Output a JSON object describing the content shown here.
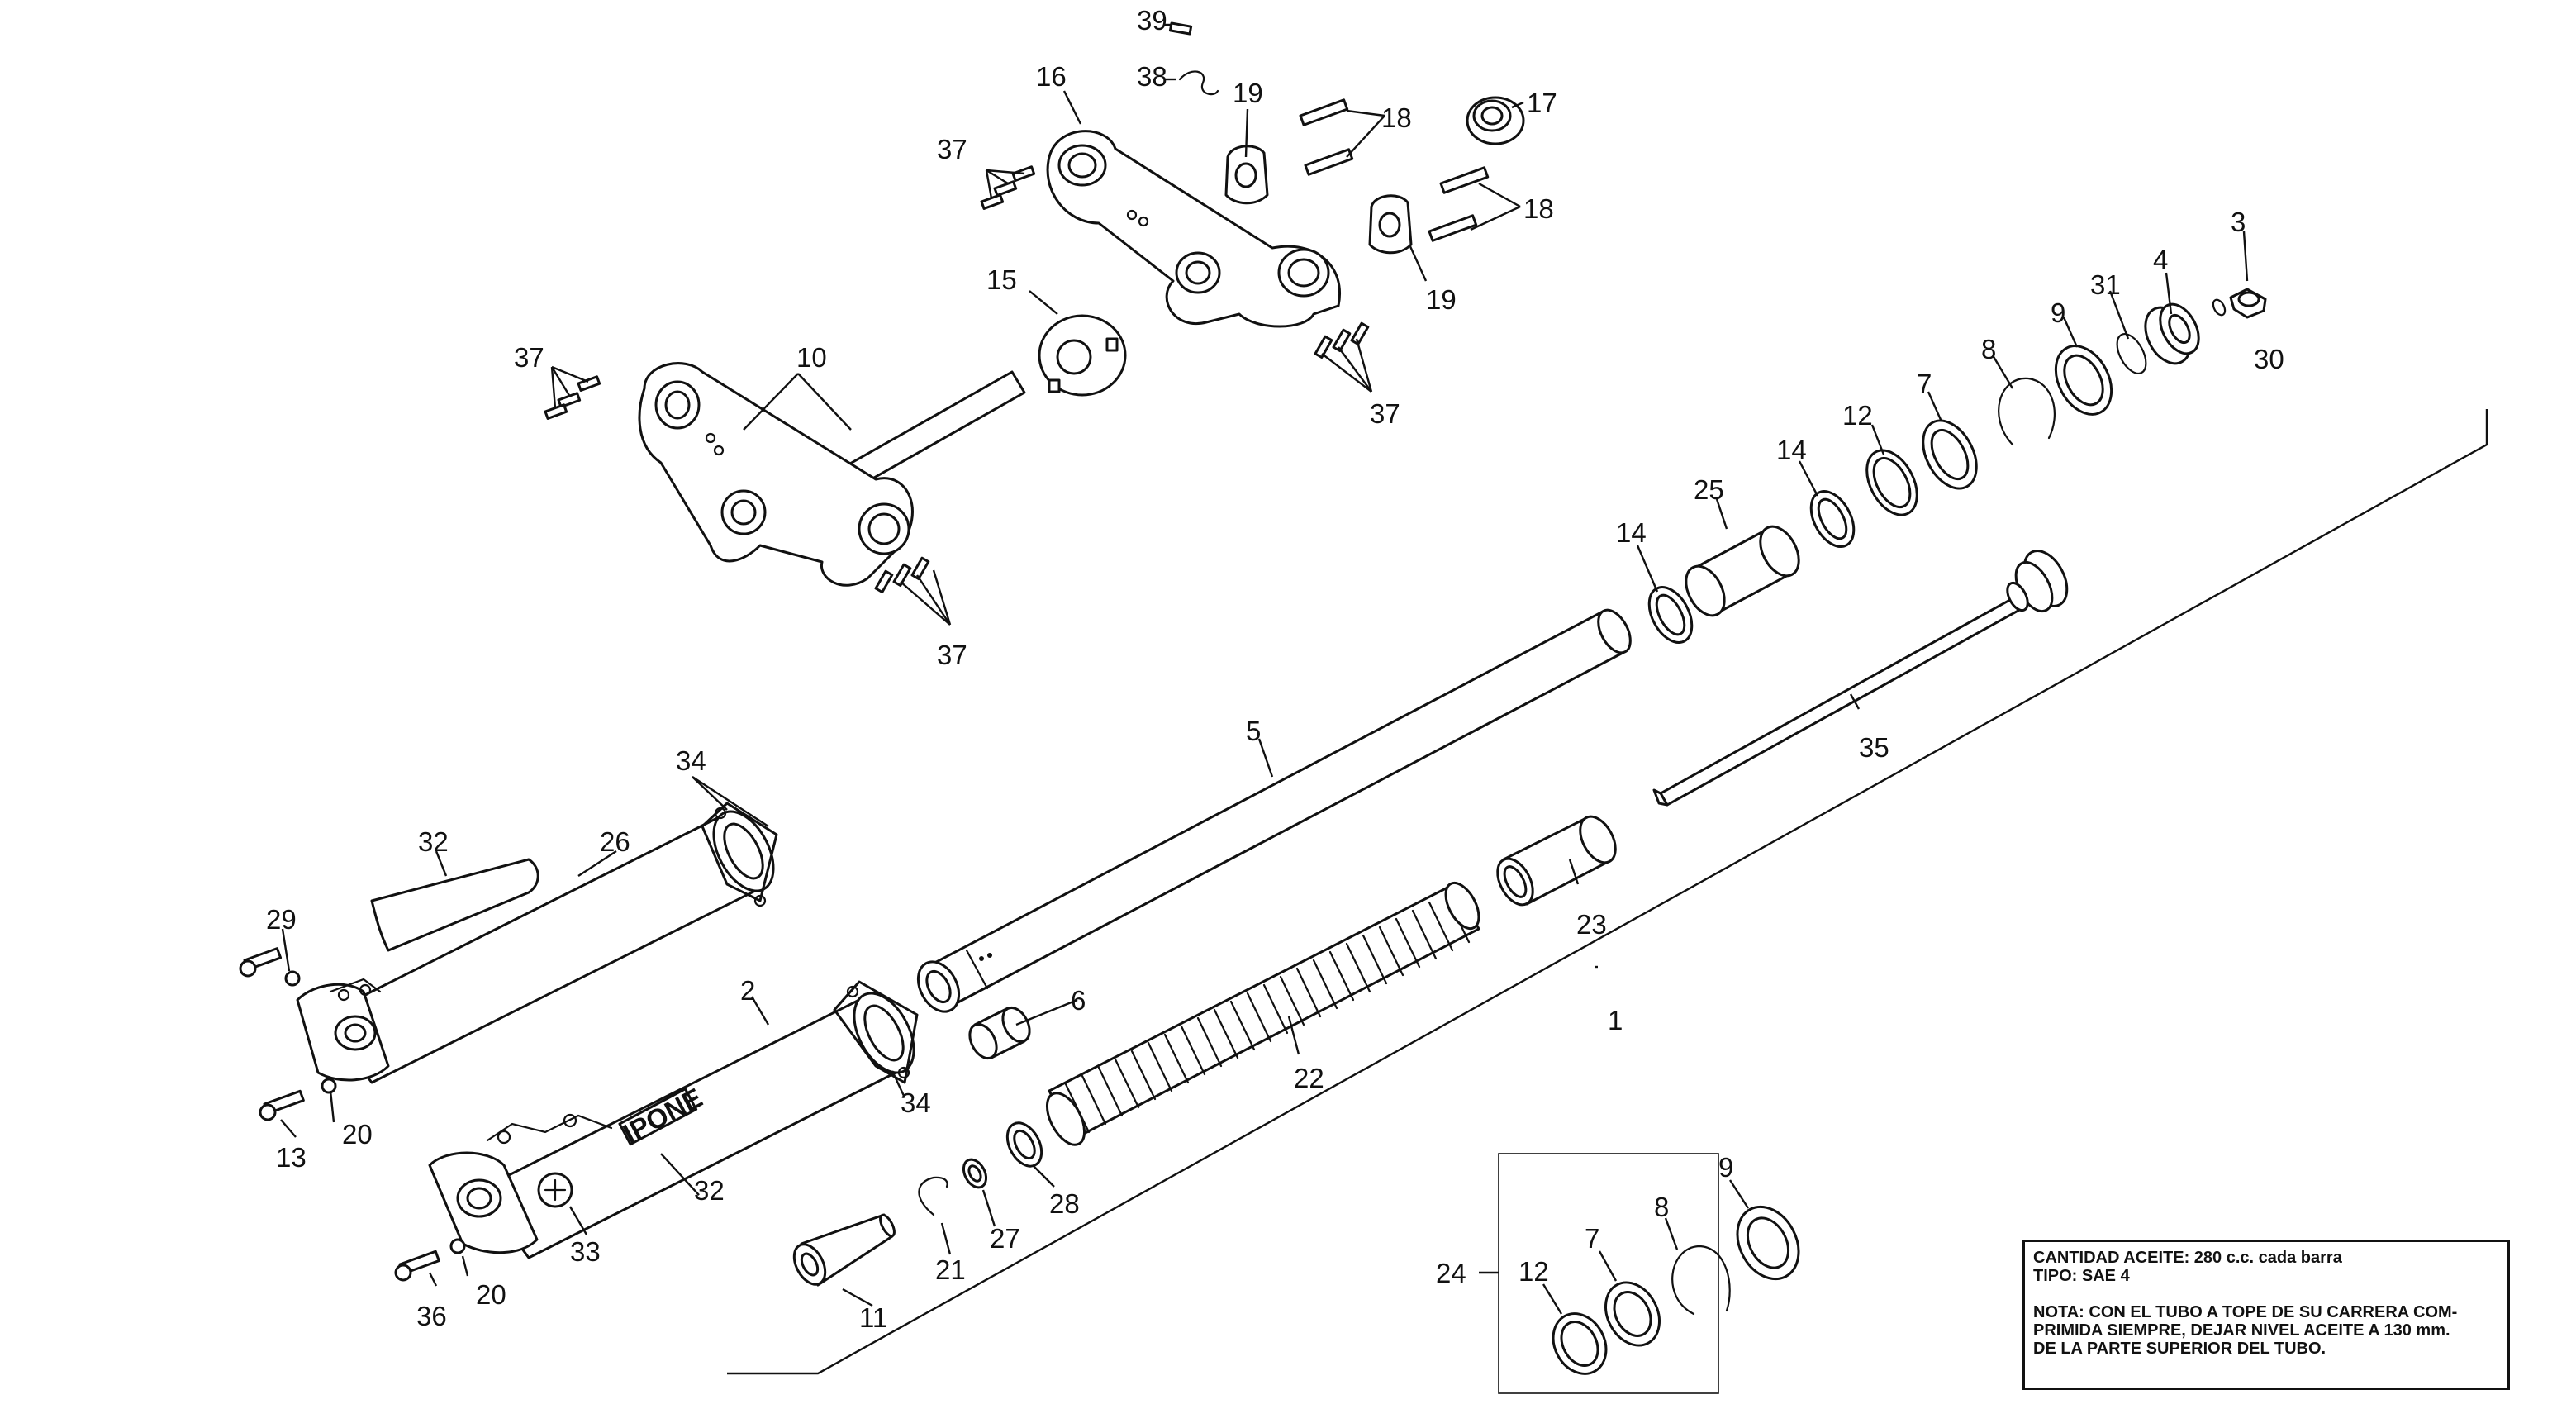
{
  "callouts": {
    "c1": "1",
    "c2": "2",
    "c3": "3",
    "c4": "4",
    "c5": "5",
    "c6": "6",
    "c7": "7",
    "c8": "8",
    "c9": "9",
    "c10": "10",
    "c11": "11",
    "c12": "12",
    "c13": "13",
    "c14": "14",
    "c15": "15",
    "c16": "16",
    "c17": "17",
    "c18": "18",
    "c19": "19",
    "c20": "20",
    "c21": "21",
    "c22": "22",
    "c23": "23",
    "c24": "24",
    "c25": "25",
    "c26": "26",
    "c27": "27",
    "c28": "28",
    "c29": "29",
    "c30": "30",
    "c31": "31",
    "c32": "32",
    "c33": "33",
    "c34": "34",
    "c35": "35",
    "c36": "36",
    "c37": "37",
    "c38": "38",
    "c39": "39"
  },
  "brand_decal": "IPONE",
  "note": {
    "line1": "CANTIDAD ACEITE: 280 c.c. cada barra",
    "line2": "TIPO: SAE 4",
    "line3": "NOTA: CON EL TUBO A TOPE DE SU CARRERA COM-",
    "line4": "PRIMIDA SIEMPRE, DEJAR NIVEL ACEITE A 130 mm.",
    "line5": "DE LA PARTE SUPERIOR DEL TUBO."
  }
}
